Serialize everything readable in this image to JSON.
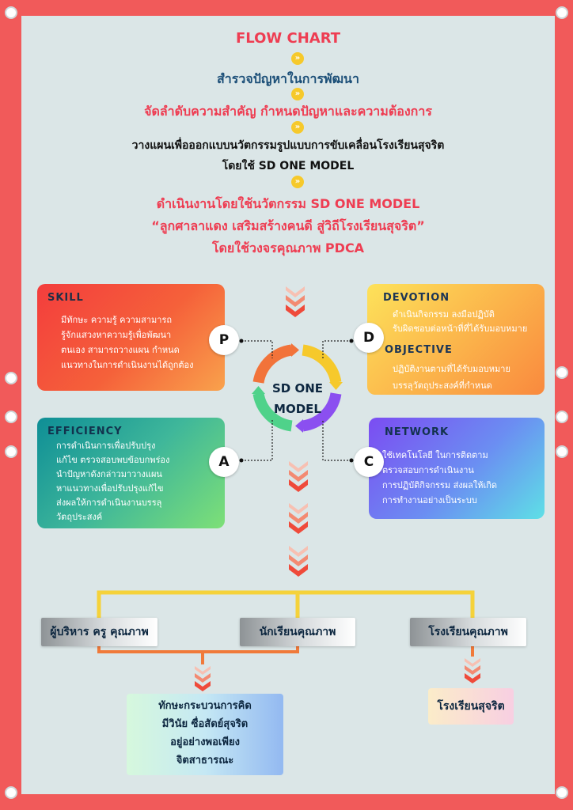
{
  "title": "FLOW CHART",
  "steps": {
    "s1": "สำรวจปัญหาในการพัฒนา",
    "s2": "จัดลำดับความสำคัญ กำหนดปัญหาและความต้องการ",
    "s3_line1": "วางแผนเพื่อออกแบบนวัตกรรมรูปแบบการขับเคลื่อนโรงเรียนสุจริต",
    "s3_line2": "โดยใช้ SD ONE MODEL",
    "s4_line1": "ดำเนินงานโดยใช้นวัตกรรม SD ONE MODEL",
    "s4_line2": "“ลูกศาลาแดง เสริมสร้างคนดี สู่วิถีโรงเรียนสุจริต”",
    "s4_line3": "โดยใช้วงจรคุณภาพ PDCA"
  },
  "center": {
    "line1": "SD ONE",
    "line2": "MODEL"
  },
  "skill": {
    "heading": "SKILL",
    "body": "มีทักษะ ความรู้ ความสามารถ\nรู้จักแสวงหาความรู้เพื่อพัฒนา\nตนเอง สามารถวางแผน กำหนด\nแนวทางในการดำเนินงานได้ถูกต้อง"
  },
  "devotion": {
    "heading": "DEVOTION",
    "body": "ดำเนินกิจกรรม ลงมือปฏิบัติ\nรับผิดชอบต่อหน้าที่ที่ได้รับมอบหมาย",
    "heading2": "OBJECTIVE",
    "body2": "ปฏิบัติงานตามที่ได้รับมอบหมาย\nบรรลุวัตถุประสงค์ที่กำหนด"
  },
  "efficiency": {
    "heading": "EFFICIENCY",
    "body": "การดำเนินการเพื่อปรับปรุง\nแก้ไข ตรวจสอบพบข้อบกพร่อง\nนำปัญหาดังกล่าวมาวางแผน\nหาแนวทางเพื่อปรับปรุงแก้ไข\nส่งผลให้การดำเนินงานบรรลุ\nวัตถุประสงค์"
  },
  "network": {
    "heading": "NETWORK",
    "body": "ใช้เทคโนโลยี ในการติดตาม\nตรวจสอบการดำเนินงาน\nการปฏิบัติกิจกรรม ส่งผลให้เกิด\nการทำงานอย่างเป็นระบบ"
  },
  "pdca": {
    "p": "P",
    "d": "D",
    "c": "C",
    "a": "A"
  },
  "groups": {
    "admin": "ผู้บริหาร ครู คุณภาพ",
    "students": "นักเรียนคุณภาพ",
    "school": "โรงเรียนคุณภาพ"
  },
  "outcomes": {
    "traits": "ทักษะกระบวนการคิด\nมีวินัย  ซื่อสัตย์สุจริต\nอยู่อย่างพอเพียง\nจิตสาธารณะ",
    "school": "โรงเรียนสุจริต"
  },
  "colors": {
    "frame": "#f15a5a",
    "panel": "#dbe6e7",
    "title_red": "#ee3d52",
    "step_blue": "#1c4f78",
    "arrow_red": "#ef4a3a",
    "bracket_yellow": "#f5d23a",
    "bracket_orange": "#f07a3a",
    "ring_orange": "#f2733a",
    "ring_yellow": "#f6c92b",
    "ring_purple": "#8b4ff0",
    "ring_green": "#4fd28a"
  },
  "icons": {
    "step_chevron": "double-chevron-down-icon",
    "big_arrow": "triple-chevron-down-icon"
  }
}
